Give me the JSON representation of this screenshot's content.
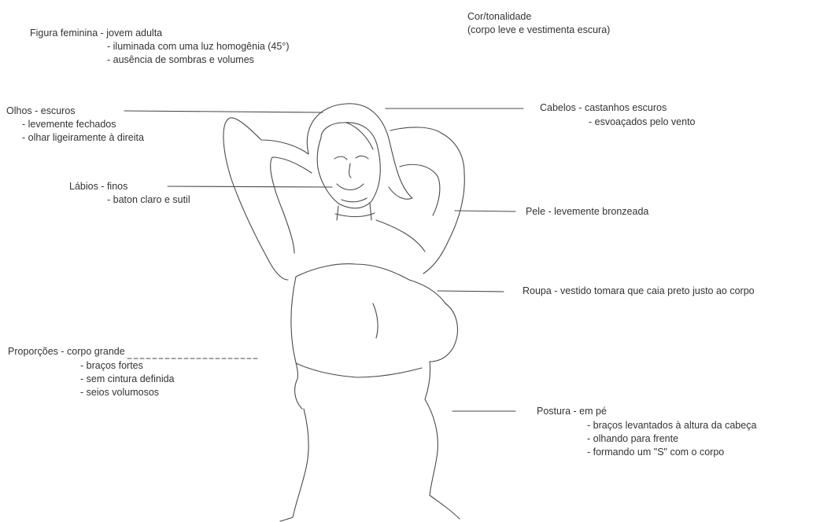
{
  "figure": {
    "title": "Figura feminina - jovem adulta",
    "notes": [
      "- iluminada com uma luz homogênia (45°)",
      "- ausência de sombras e volumes"
    ]
  },
  "color": {
    "title": "Cor/tonalidade",
    "note": "(corpo leve e vestimenta escura)"
  },
  "eyes": {
    "title": "Olhos - escuros",
    "notes": [
      "- levemente fechados",
      "- olhar ligeiramente à direita"
    ]
  },
  "lips": {
    "title": "Lábios - finos",
    "notes": [
      "- baton claro e sutil"
    ]
  },
  "proportions": {
    "title": "Proporções - corpo grande",
    "notes": [
      "- braços fortes",
      "- sem cintura definida",
      "- seios volumosos"
    ]
  },
  "hair": {
    "title": "Cabelos - castanhos escuros",
    "notes": [
      "- esvoaçados pelo vento"
    ]
  },
  "skin": {
    "title": "Pele - levemente bronzeada"
  },
  "clothes": {
    "title": "Roupa - vestido tomara que caia preto justo ao corpo"
  },
  "posture": {
    "title": "Postura - em pé",
    "notes": [
      "- braços levantados à altura da cabeça",
      "- olhando para frente",
      "- formando um \"S\" com o corpo"
    ]
  },
  "colors": {
    "line": "#4a4a4a",
    "text": "#333333"
  }
}
